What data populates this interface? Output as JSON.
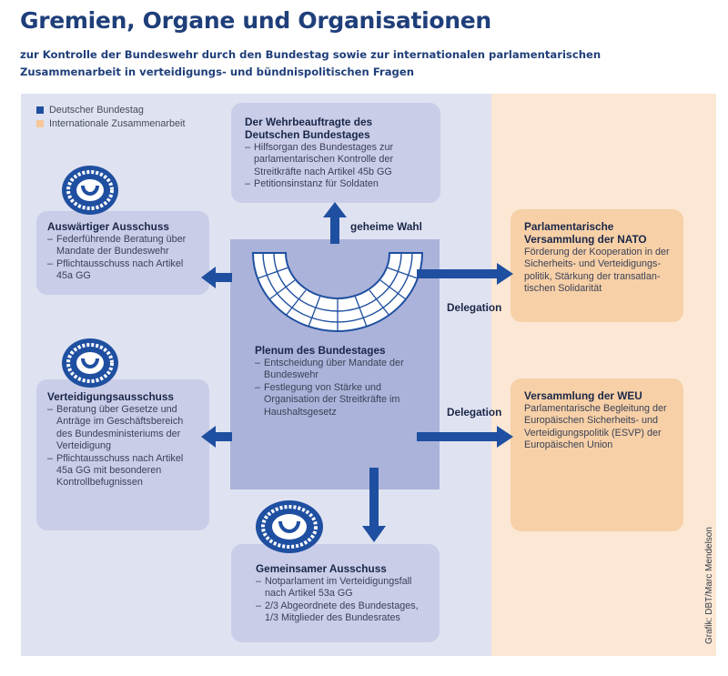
{
  "header": {
    "title": "Gremien, Organe und Organisationen",
    "subtitle": "zur Kontrolle der Bundeswehr durch den Bundestag sowie zur internationalen parlamentarischen Zusammenarbeit in verteidigungs- und bündnispolitischen Fragen"
  },
  "legend": [
    {
      "label": "Deutscher Bundestag",
      "color": "#1f4fa0"
    },
    {
      "label": "Internationale Zusammenarbeit",
      "color": "#f8c79a"
    }
  ],
  "boxes": {
    "wehrbeauftragte": {
      "title": "Der Wehrbeauftragte des Deutschen Bundestages",
      "items": [
        "Hilfsorgan des Bundestages zur parlamentarischen Kontrolle der Streitkräfte nach Artikel 45b GG",
        "Petitionsinstanz für Soldaten"
      ]
    },
    "auswaertiger": {
      "title": "Auswärtiger Ausschuss",
      "items": [
        "Federführende Beratung über Mandate der Bundeswehr",
        "Pflichtausschuss nach Artikel 45a GG"
      ]
    },
    "verteidigung": {
      "title": "Verteidigungsausschuss",
      "items": [
        "Beratung über Gesetze und Anträge im Geschäftsbereich des Bundesministeriums der Verteidigung",
        "Pflichtausschuss nach Artikel 45a GG mit besonderen Kontrollbefugnissen"
      ]
    },
    "plenum": {
      "title": "Plenum des Bundestages",
      "items": [
        "Entscheidung über Mandate der Bundeswehr",
        "Festlegung von Stärke und Organisation der Streitkräfte im Haushaltsgesetz"
      ]
    },
    "gemeinsamer": {
      "title": "Gemeinsamer Ausschuss",
      "items": [
        "Notparlament im Verteidigungsfall nach Artikel 53a GG",
        "2/3 Abgeordnete des Bundestages, 1/3 Mitglieder des Bundesrates"
      ]
    },
    "nato": {
      "title": "Parlamentarische Versammlung der NATO",
      "text": "Förderung der Kooperation in der Sicherheits- und Verteidigungs-politik, Stärkung der transatlan-tischen Solidarität"
    },
    "weu": {
      "title": "Versammlung der WEU",
      "text": "Parlamentarische Begleitung der Europäischen Sicherheits- und Verteidigungspolitik (ESVP) der Europäischen Union"
    }
  },
  "arrow_labels": {
    "geheime_wahl": "geheime Wahl",
    "delegation_nato": "Delegation",
    "delegation_weu": "Delegation"
  },
  "credit": "Grafik: DBT/Marc Mendelson",
  "colors": {
    "arrow": "#1f4fa0",
    "title": "#1f3f7a",
    "panel_bundestag": "#dfe2f1",
    "panel_international": "#fbe7d4",
    "box_committee": "#c9cde8",
    "box_plenum": "#abb3da",
    "box_international": "#f7d0a7"
  }
}
